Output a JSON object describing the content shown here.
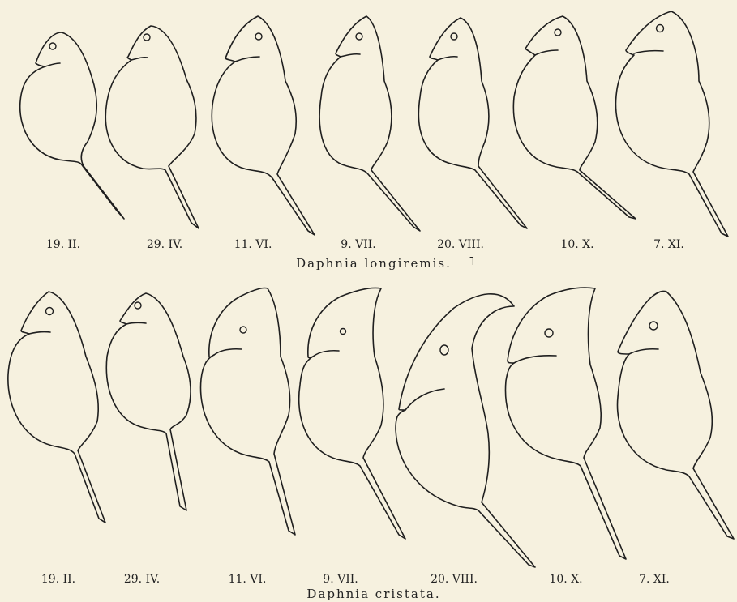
{
  "plate": {
    "rows": [
      {
        "species": "Daphnia longiremis.",
        "mark": "˥",
        "specimens": [
          {
            "date": "19. II."
          },
          {
            "date": "29. IV."
          },
          {
            "date": "11. VI."
          },
          {
            "date": "9. VII."
          },
          {
            "date": "20. VIII."
          },
          {
            "date": "10. X."
          },
          {
            "date": "7. XI."
          }
        ]
      },
      {
        "species": "Daphnia cristata.",
        "mark": "",
        "specimens": [
          {
            "date": "19. II."
          },
          {
            "date": "29. IV."
          },
          {
            "date": "11. VI."
          },
          {
            "date": "9. VII."
          },
          {
            "date": "20. VIII."
          },
          {
            "date": "10. X."
          },
          {
            "date": "7. XI."
          }
        ]
      }
    ]
  }
}
